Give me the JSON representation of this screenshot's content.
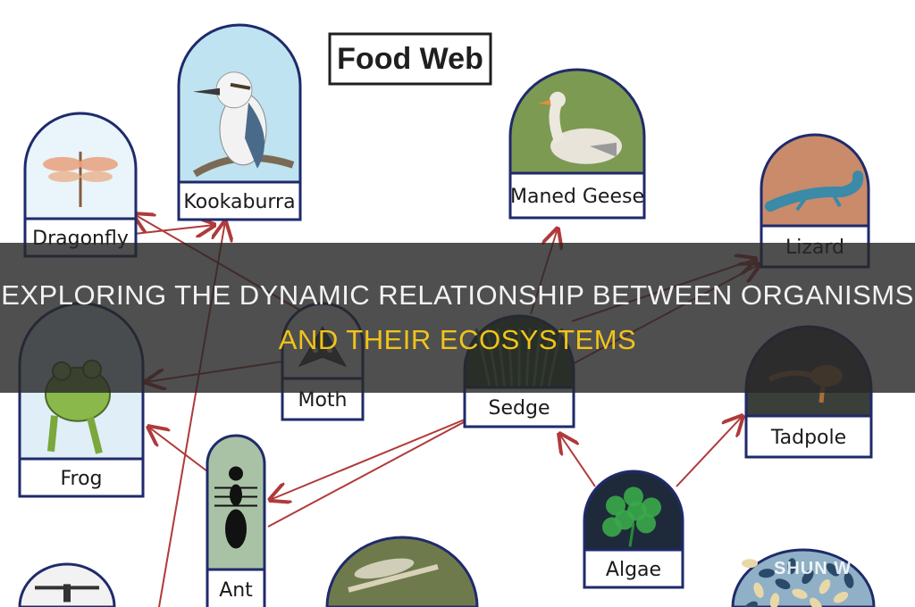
{
  "diagram": {
    "title": "Food Web",
    "nodes": [
      {
        "id": "dragonfly",
        "label": "Dragonfly",
        "icon": "dragonfly-icon",
        "bg": "#e9f4fb"
      },
      {
        "id": "kookaburra",
        "label": "Kookaburra",
        "icon": "kookaburra-icon",
        "bg": "#bfe3f0"
      },
      {
        "id": "maned-geese",
        "label": "Maned Geese",
        "icon": "goose-icon",
        "bg": "#7c9a52"
      },
      {
        "id": "lizard",
        "label": "Lizard",
        "icon": "lizard-icon",
        "bg": "#c98b6a"
      },
      {
        "id": "frog",
        "label": "Frog",
        "icon": "frog-icon",
        "bg": "#dfeef7"
      },
      {
        "id": "moth",
        "label": "Moth",
        "icon": "moth-icon",
        "bg": "#ffffff"
      },
      {
        "id": "sedge",
        "label": "Sedge",
        "icon": "sedge-icon",
        "bg": "#2f4a2a"
      },
      {
        "id": "tadpole",
        "label": "Tadpole",
        "icon": "tadpole-icon",
        "bg": "#3b3f3a"
      },
      {
        "id": "ant",
        "label": "Ant",
        "icon": "ant-icon",
        "bg": "#a9c2a6"
      },
      {
        "id": "algae",
        "label": "Algae",
        "icon": "algae-icon",
        "bg": "#1e2a3a"
      },
      {
        "id": "mayfly",
        "label": "",
        "icon": "mayfly-icon",
        "bg": "#6f7a4c"
      },
      {
        "id": "bottom-left",
        "label": "",
        "icon": "insect-icon",
        "bg": "#f2f2f2"
      },
      {
        "id": "bottom-right",
        "label": "",
        "icon": "plankton-icon",
        "bg": "#8fb0c6"
      }
    ],
    "edges": [
      {
        "from": "moth",
        "to": "dragonfly"
      },
      {
        "from": "ant",
        "to": "kookaburra"
      },
      {
        "from": "frog",
        "to": "kookaburra"
      },
      {
        "from": "sedge",
        "to": "maned-geese"
      },
      {
        "from": "sedge",
        "to": "lizard"
      },
      {
        "from": "moth",
        "to": "frog"
      },
      {
        "from": "ant",
        "to": "frog"
      },
      {
        "from": "sedge",
        "to": "ant"
      },
      {
        "from": "algae",
        "to": "sedge"
      },
      {
        "from": "algae",
        "to": "tadpole"
      },
      {
        "from": "ant",
        "to": "lizard"
      }
    ],
    "colors": {
      "arrow": "#b03a3a",
      "frame": "#1f2a6b",
      "label_bg": "#ffffff"
    }
  },
  "banner": {
    "line1": "Exploring the dynamic relationship between organisms",
    "line2": "and their ecosystems",
    "line1_color": "#f2f2f2",
    "line2_color": "#f0c419"
  },
  "watermark": "SHUN W"
}
